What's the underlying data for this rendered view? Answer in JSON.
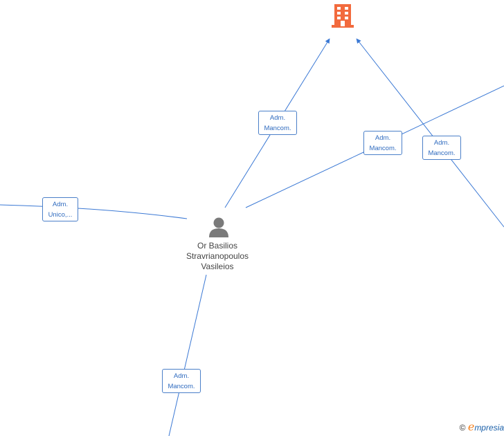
{
  "colors": {
    "edge": "#3a78d4",
    "company_icon": "#f26a3d",
    "person_icon": "#7a7a7a"
  },
  "person": {
    "name_lines": [
      "Or Basilios",
      "Stravrianopoulos",
      "Vasileios"
    ]
  },
  "edge_labels": [
    {
      "lines": [
        "Adm.",
        "Mancom."
      ]
    },
    {
      "lines": [
        "Adm.",
        "Mancom."
      ]
    },
    {
      "lines": [
        "Adm.",
        "Mancom."
      ]
    },
    {
      "lines": [
        "Adm.",
        "Unico,..."
      ]
    },
    {
      "lines": [
        "Adm.",
        "Mancom."
      ]
    }
  ],
  "footer": {
    "copyright": "©",
    "brand_initial": "e",
    "brand_rest": "mpresia"
  }
}
